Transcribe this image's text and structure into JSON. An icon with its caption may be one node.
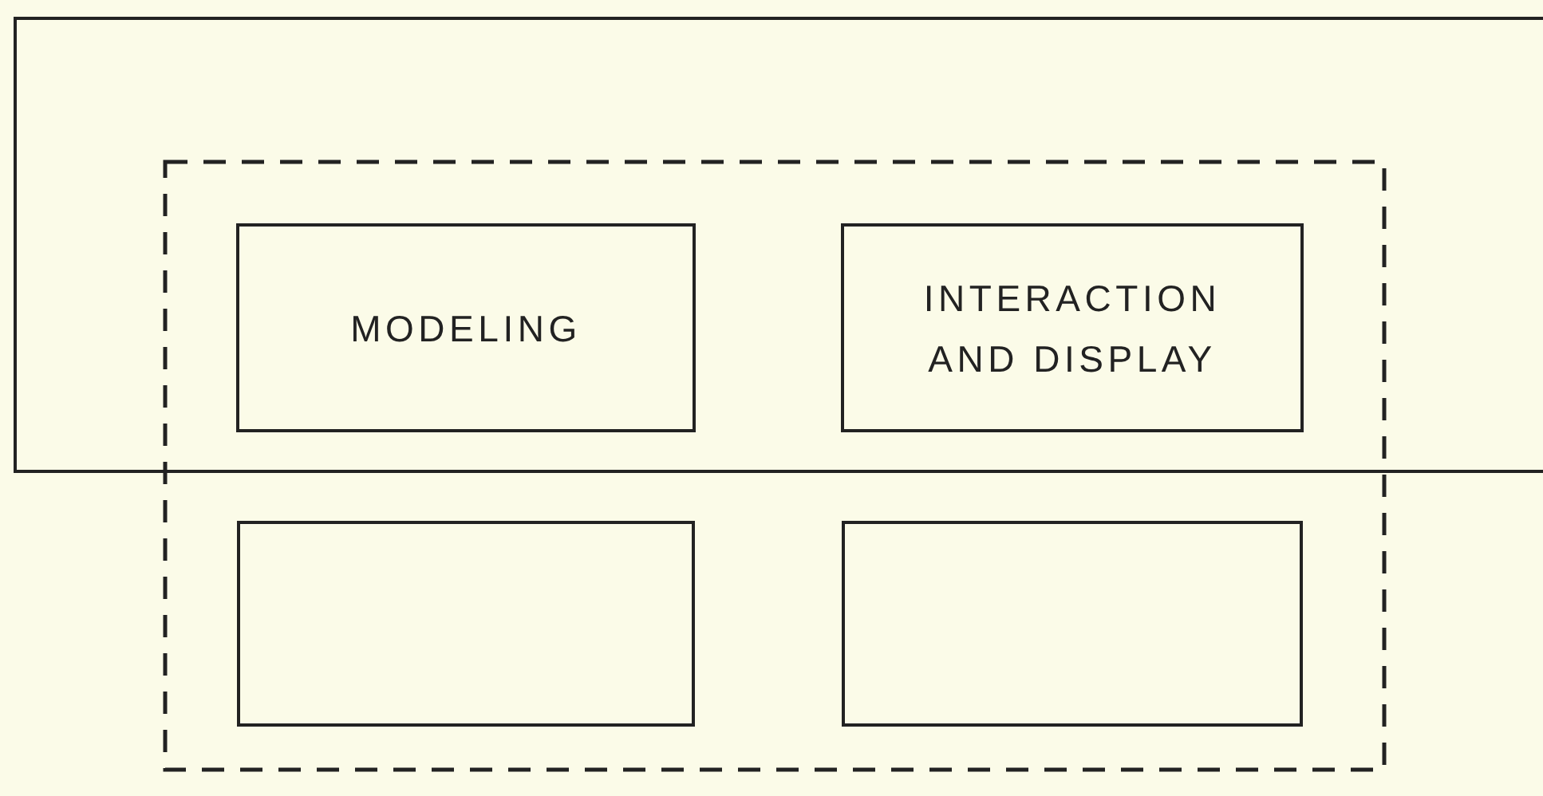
{
  "diagram": {
    "nodes": [
      {
        "text": [],
        "shape": "box"
      },
      {
        "text": [],
        "shape": "box"
      },
      {
        "text": [
          "MODELING"
        ]
      },
      {
        "text": [
          "INTERACTION AND DISPLAY"
        ]
      },
      {
        "text": [],
        "shape": "box",
        "in": 1
      },
      {
        "text": [],
        "shape": "box",
        "in": 1
      }
    ]
  }
}
